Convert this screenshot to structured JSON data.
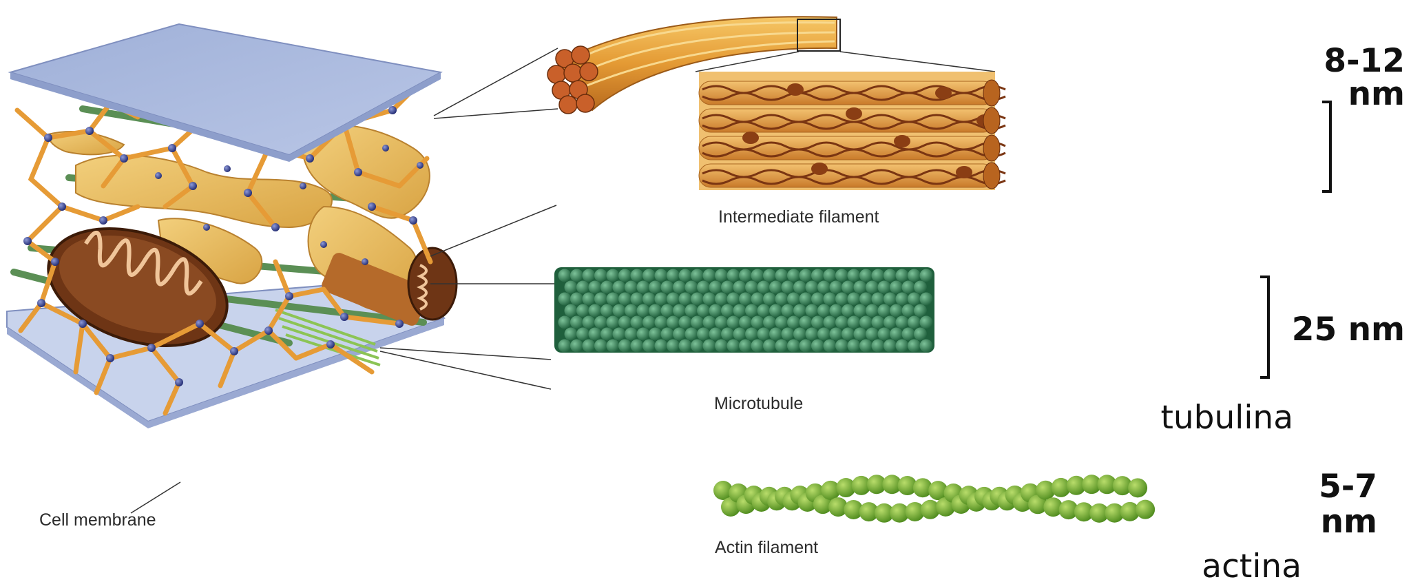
{
  "labels": {
    "intermediate_filament": "Intermediate filament",
    "microtubule": "Microtubule",
    "actin_filament": "Actin filament",
    "cell_membrane": "Cell membrane"
  },
  "measurements": {
    "intermediate_line1": "8-12",
    "intermediate_line2": "nm",
    "microtubule": "25 nm",
    "actin_line1": "5-7",
    "actin_line2": "nm"
  },
  "proteins": {
    "microtubule": "tubulina",
    "actin": "actina"
  },
  "colors": {
    "membrane": "#a9b9dc",
    "intermediate_filament": "#e6a33c",
    "microtubule": "#2e7a50",
    "actin": "#6cab2c",
    "mitochondrion": "#7a3c17",
    "ribosome": "#2f3a8c"
  }
}
